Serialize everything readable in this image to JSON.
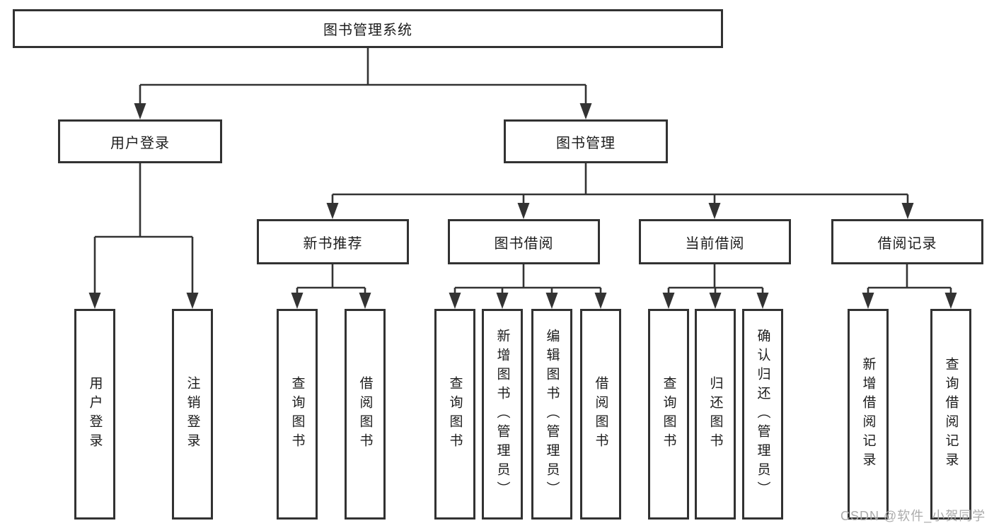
{
  "diagram": {
    "title": "图书管理系统",
    "colors": {
      "line": "#333333",
      "box_border": "#323232",
      "box_background": "#ffffff",
      "text": "#1c1c1c",
      "watermark": "#ababab"
    },
    "nodes": {
      "root": {
        "label": "图书管理系统"
      },
      "login": {
        "label": "用户登录"
      },
      "mgmt": {
        "label": "图书管理"
      },
      "rec": {
        "label": "新书推荐"
      },
      "borrow": {
        "label": "图书借阅"
      },
      "current": {
        "label": "当前借阅"
      },
      "records": {
        "label": "借阅记录"
      },
      "login_user": {
        "label": "用户登录"
      },
      "login_logout": {
        "label": "注销登录"
      },
      "rec_query": {
        "label": "查询图书"
      },
      "rec_borrow": {
        "label": "借阅图书"
      },
      "borrow_query": {
        "label": "查询图书"
      },
      "borrow_add": {
        "label": "新增图书（管理员）"
      },
      "borrow_edit": {
        "label": "编辑图书（管理员）"
      },
      "borrow_borrow": {
        "label": "借阅图书"
      },
      "current_query": {
        "label": "查询图书"
      },
      "current_return": {
        "label": "归还图书"
      },
      "current_confirm": {
        "label": "确认归还（管理员）"
      },
      "records_add": {
        "label": "新增借阅记录"
      },
      "records_query": {
        "label": "查询借阅记录"
      }
    },
    "hierarchy": {
      "root": "图书管理系统",
      "children": [
        {
          "label": "用户登录",
          "leaves": [
            "用户登录",
            "注销登录"
          ]
        },
        {
          "label": "图书管理",
          "children": [
            {
              "label": "新书推荐",
              "leaves": [
                "查询图书",
                "借阅图书"
              ]
            },
            {
              "label": "图书借阅",
              "leaves": [
                "查询图书",
                "新增图书（管理员）",
                "编辑图书（管理员）",
                "借阅图书"
              ]
            },
            {
              "label": "当前借阅",
              "leaves": [
                "查询图书",
                "归还图书",
                "确认归还（管理员）"
              ]
            },
            {
              "label": "借阅记录",
              "leaves": [
                "新增借阅记录",
                "查询借阅记录"
              ]
            }
          ]
        }
      ]
    },
    "watermark": {
      "text": "CSDN @软件_小贺同学"
    }
  }
}
